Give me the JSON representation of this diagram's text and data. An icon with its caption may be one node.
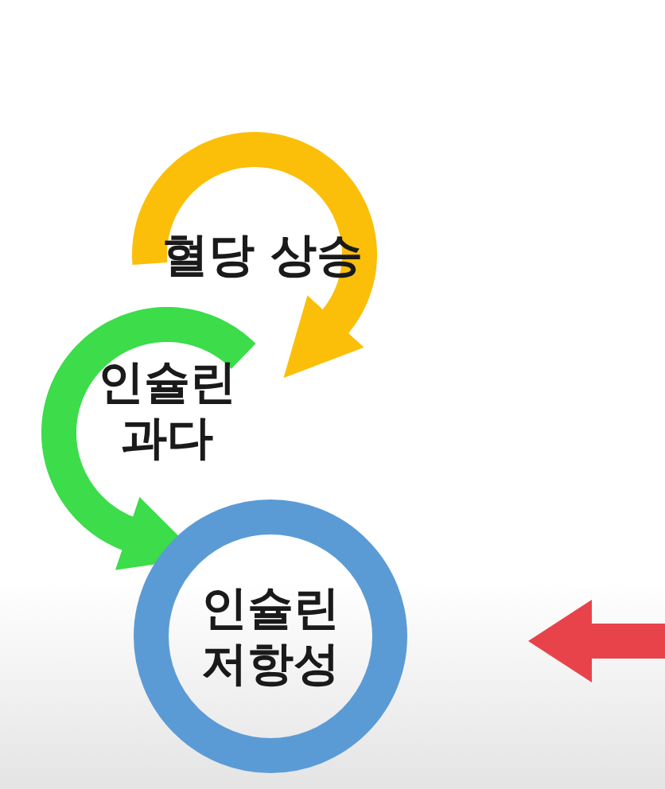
{
  "diagram": {
    "nodes": [
      {
        "text": [
          "혈당 상승"
        ]
      },
      {
        "text": [
          "인슐린 과다"
        ]
      },
      {
        "text": [
          "인슐린 저항성"
        ]
      }
    ],
    "edges": [
      {
        "from": 0,
        "to": 1,
        "arrow": "to",
        "color": "#fbbf0a"
      },
      {
        "from": 1,
        "to": 2,
        "arrow": "to",
        "color": "#3cdc4a"
      }
    ]
  }
}
